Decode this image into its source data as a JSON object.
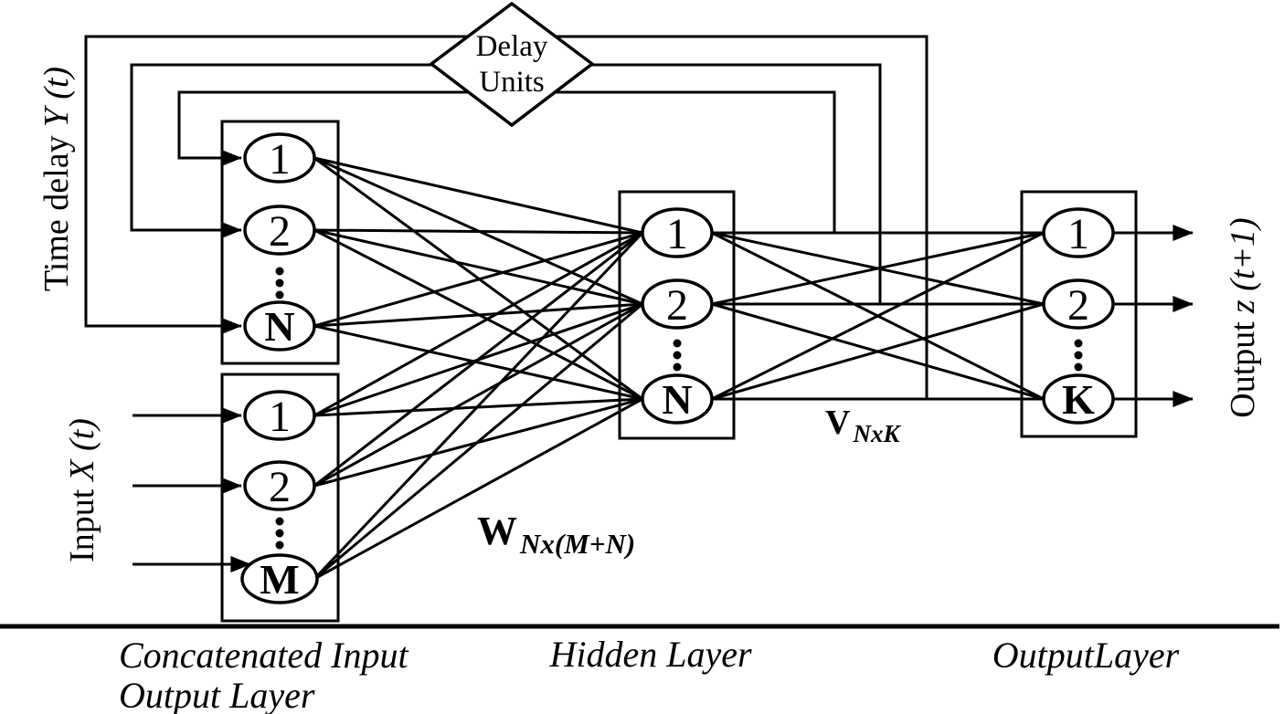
{
  "colors": {
    "ink": "#000000",
    "background": "#ffffff"
  },
  "delay_units": {
    "line1": "Delay",
    "line2": "Units"
  },
  "side_labels": {
    "time_delay": {
      "prefix": "Time delay",
      "math": "Y (t)"
    },
    "input": {
      "prefix": "Input",
      "math": "X (t)"
    },
    "output": {
      "prefix": "Output",
      "math": "z (t+1)"
    }
  },
  "weight_labels": {
    "w": {
      "base": "W",
      "subscript": "Nx(M+N)"
    },
    "v": {
      "base": "V",
      "subscript": "NxK"
    }
  },
  "layers": {
    "feedback": {
      "nodes": [
        "1",
        "2",
        "N"
      ]
    },
    "input": {
      "nodes": [
        "1",
        "2",
        "M"
      ]
    },
    "hidden": {
      "nodes": [
        "1",
        "2",
        "N"
      ]
    },
    "output": {
      "nodes": [
        "1",
        "2",
        "K"
      ]
    }
  },
  "captions": {
    "concatenated_line1": "Concatenated Input",
    "concatenated_line2": "Output Layer",
    "hidden": "Hidden Layer",
    "output": "OutputLayer"
  }
}
